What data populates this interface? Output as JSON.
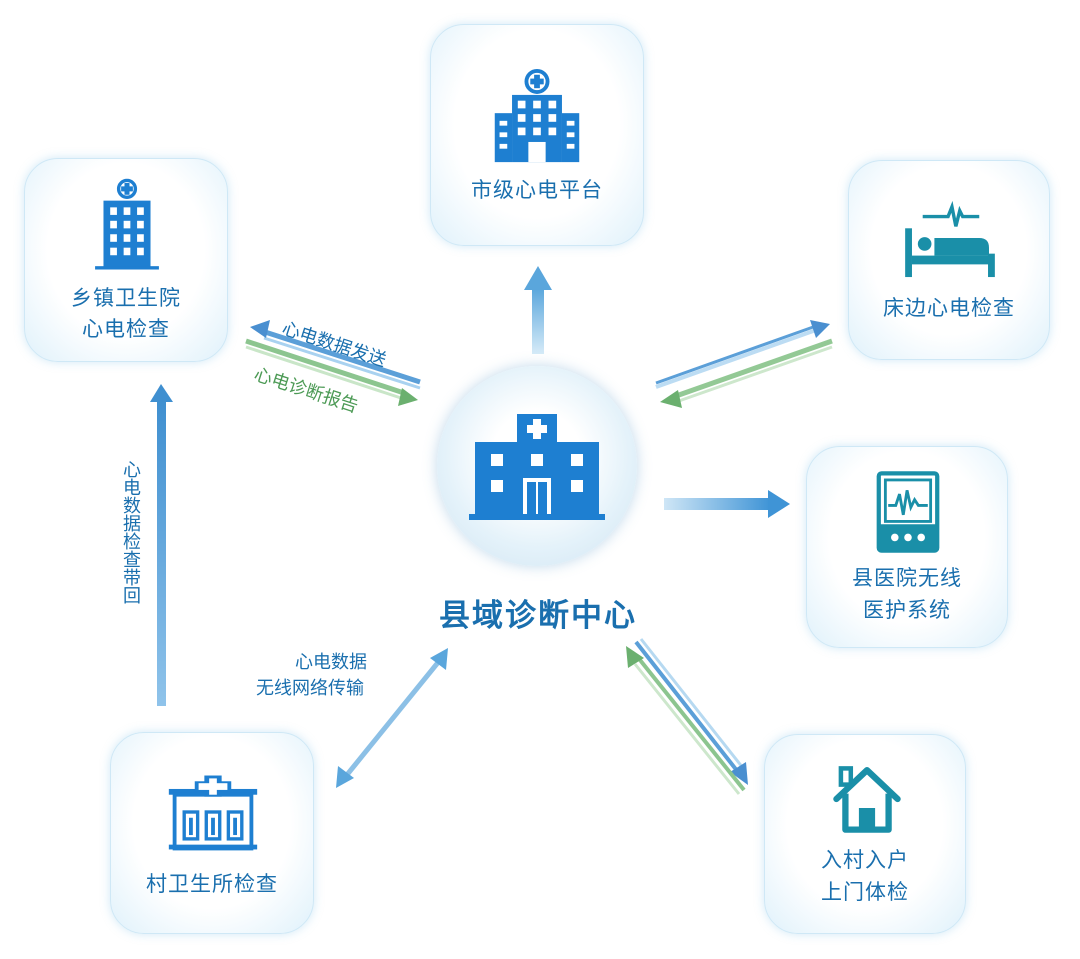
{
  "center": {
    "label": "县域诊断中心"
  },
  "nodes": {
    "city_platform": {
      "label": "市级心电平台"
    },
    "township": {
      "label_line1": "乡镇卫生院",
      "label_line2": "心电检查"
    },
    "bedside": {
      "label": "床边心电检查"
    },
    "county_wireless": {
      "label_line1": "县医院无线",
      "label_line2": "医护系统"
    },
    "home_visit": {
      "label_line1": "入村入户",
      "label_line2": "上门体检"
    },
    "village_clinic": {
      "label": "村卫生所检查"
    }
  },
  "edge_labels": {
    "data_send": "心电数据发送",
    "diagnosis_report": "心电诊断报告",
    "data_bring_back": "心电数据检查带回",
    "wireless_line1": "心电数据",
    "wireless_line2": "无线网络传输"
  },
  "colors": {
    "primary_blue": "#1a6fae",
    "icon_blue": "#1e7fd1",
    "teal": "#1a8fa8",
    "green": "#4c9a55"
  }
}
